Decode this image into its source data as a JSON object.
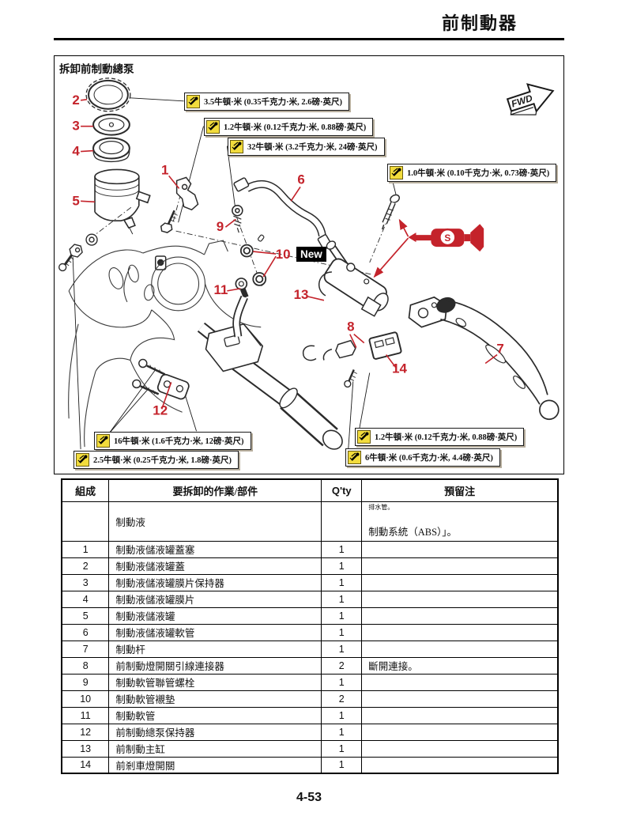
{
  "page": {
    "header_title": "前制動器",
    "page_number": "4-53"
  },
  "diagram": {
    "title": "拆卸前制動總泵",
    "fwd_label": "FWD",
    "new_badge": "New",
    "s_tool_label": "S",
    "torque_callouts": [
      {
        "text": "3.5牛頓·米 (0.35千克力·米, 2.6磅·英尺)"
      },
      {
        "text": "1.2牛頓·米 (0.12千克力·米, 0.88磅·英尺)"
      },
      {
        "text": "32牛頓·米 (3.2千克力·米, 24磅·英尺)"
      },
      {
        "text": "1.0牛頓·米 (0.10千克力·米, 0.73磅·英尺)"
      },
      {
        "text": "16牛頓·米 (1.6千克力·米, 12磅·英尺)"
      },
      {
        "text": "2.5牛頓·米 (0.25千克力·米, 1.8磅·英尺)"
      },
      {
        "text": "1.2牛頓·米 (0.12千克力·米, 0.88磅·英尺)"
      },
      {
        "text": "6牛頓·米 (0.6千克力·米, 4.4磅·英尺)"
      }
    ],
    "part_numbers": [
      "1",
      "2",
      "3",
      "4",
      "5",
      "6",
      "7",
      "8",
      "9",
      "10",
      "11",
      "12",
      "13",
      "14"
    ]
  },
  "table": {
    "headers": [
      "組成",
      "要拆卸的作業/部件",
      "Q'ty",
      "預留注"
    ],
    "pre_row": {
      "part": "制動液",
      "remark_small": "排水管。",
      "remark": "制動系統（ABS）」。"
    },
    "rows": [
      {
        "no": "1",
        "part": "制動液儲液罐蓋塞",
        "qty": "1",
        "remark": ""
      },
      {
        "no": "2",
        "part": "制動液儲液罐蓋",
        "qty": "1",
        "remark": ""
      },
      {
        "no": "3",
        "part": "制動液儲液罐膜片保持器",
        "qty": "1",
        "remark": ""
      },
      {
        "no": "4",
        "part": "制動液儲液罐膜片",
        "qty": "1",
        "remark": ""
      },
      {
        "no": "5",
        "part": "制動液儲液罐",
        "qty": "1",
        "remark": ""
      },
      {
        "no": "6",
        "part": "制動液儲液罐軟管",
        "qty": "1",
        "remark": ""
      },
      {
        "no": "7",
        "part": "制動杆",
        "qty": "1",
        "remark": ""
      },
      {
        "no": "8",
        "part": "前制動燈開關引線連接器",
        "qty": "2",
        "remark": "斷開連接。"
      },
      {
        "no": "9",
        "part": "制動軟管聯管螺栓",
        "qty": "1",
        "remark": ""
      },
      {
        "no": "10",
        "part": "制動軟管襯墊",
        "qty": "2",
        "remark": ""
      },
      {
        "no": "11",
        "part": "制動軟管",
        "qty": "1",
        "remark": ""
      },
      {
        "no": "12",
        "part": "前制動總泵保持器",
        "qty": "1",
        "remark": ""
      },
      {
        "no": "13",
        "part": "前制動主缸",
        "qty": "1",
        "remark": ""
      },
      {
        "no": "14",
        "part": "前剎車燈開關",
        "qty": "1",
        "remark": ""
      }
    ]
  }
}
